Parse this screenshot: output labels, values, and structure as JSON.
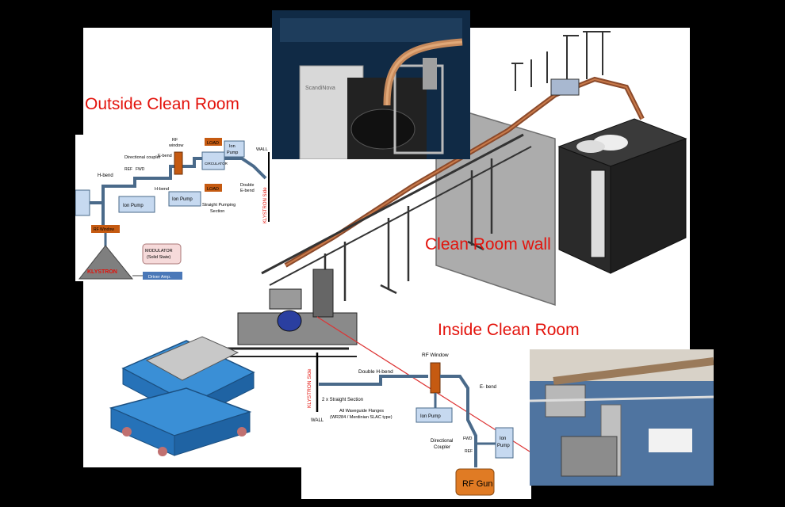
{
  "labels": {
    "outside": "Outside Clean Room",
    "inside": "Inside Clean Room",
    "wall": "Clean Room wall"
  },
  "outside_schematic": {
    "h_bend": "H-bend",
    "directional_coupler": "Directional coupler",
    "ref": "REF",
    "fwd": "FWD",
    "ion_pump_1": "Ion Pump",
    "rf_window_line1": "RF",
    "rf_window_line2": "window",
    "e_bend": "E-bend",
    "h_bend_2": "H-bend",
    "ion_pump_2": "Ion Pump",
    "load_top": "LOAD",
    "ion_pump_3_line1": "Ion",
    "ion_pump_3_line2": "Pump",
    "circulator": "CIRCULATOR",
    "load_bottom": "LOAD",
    "ion_pump_4": "Ion Pump",
    "wall": "WALL",
    "double_e_bend_line1": "Double",
    "double_e_bend_line2": "E-bend",
    "straight_line1": "Straight Pumping",
    "straight_line2": "Section",
    "klystron_side": "KLYSTRON Side",
    "rf_window_small": "RF Window",
    "modulator_line1": "MODULATOR",
    "modulator_line2": "(Solid State)",
    "klystron": "KLYSTRON",
    "driver_amp": "Driver Amp."
  },
  "inside_schematic": {
    "double_h_bend": "Double H-bend",
    "rf_window": "RF Window",
    "e_bend": "E- bend",
    "straight_section": "2 x Straight Section",
    "klystron_side": "KLYSTRON Side",
    "wall": "WALL",
    "flanges_line1": "All Waveguide Flanges",
    "flanges_line2": "(WR284 / Merdinian SLAC type)",
    "ion_pump_1": "Ion Pump",
    "directional_coupler_line1": "Directional",
    "directional_coupler_line2": "Coupler",
    "fwd": "FWD",
    "ref": "REF",
    "ion_pump_2_line1": "Ion",
    "ion_pump_2_line2": "Pump",
    "rf_gun": "RF Gun"
  },
  "photo_top": {
    "cabinet_brand": "ScandiNova"
  },
  "colors": {
    "label_red": "#e3120b",
    "box_blue": "#c6d9f0",
    "box_orange": "#c55a11",
    "modulator_pink": "#f6dada",
    "klystron_gray": "#7f7f7f",
    "table_blue": "#3a8fd6"
  }
}
